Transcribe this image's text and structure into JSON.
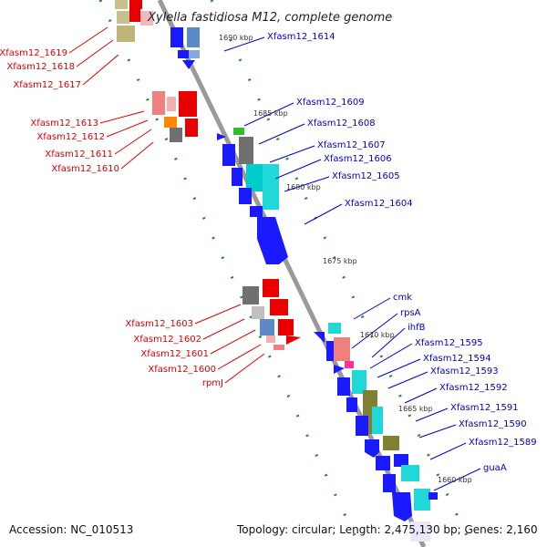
{
  "title": "Xylella fastidiosa M12, complete genome",
  "footer": {
    "accession": "Accession: NC_010513",
    "summary": "Topology: circular; Length: 2,475,130 bp; Genes: 2,160"
  },
  "colors": {
    "backbone": "#8c8c8c",
    "forward_label": "#0000cc",
    "reverse_label": "#dd0000",
    "dots": "#228b22"
  },
  "kbp_ticks": [
    "1690 kbp",
    "1685 kbp",
    "1680 kbp",
    "1675 kbp",
    "1670 kbp",
    "1665 kbp",
    "1660 kbp"
  ],
  "forward_genes": [
    "Xfasm12_1614",
    "Xfasm12_1609",
    "Xfasm12_1608",
    "Xfasm12_1607",
    "Xfasm12_1606",
    "Xfasm12_1605",
    "Xfasm12_1604",
    "cmk",
    "rpsA",
    "ihfB",
    "Xfasm12_1595",
    "Xfasm12_1594",
    "Xfasm12_1593",
    "Xfasm12_1592",
    "Xfasm12_1591",
    "Xfasm12_1590",
    "Xfasm12_1589",
    "guaA"
  ],
  "reverse_genes": [
    "Xfasm12_1619",
    "Xfasm12_1618",
    "Xfasm12_1617",
    "Xfasm12_1613",
    "Xfasm12_1612",
    "Xfasm12_1611",
    "Xfasm12_1610",
    "Xfasm12_1603",
    "Xfasm12_1602",
    "Xfasm12_1601",
    "Xfasm12_1600",
    "rpmJ"
  ]
}
